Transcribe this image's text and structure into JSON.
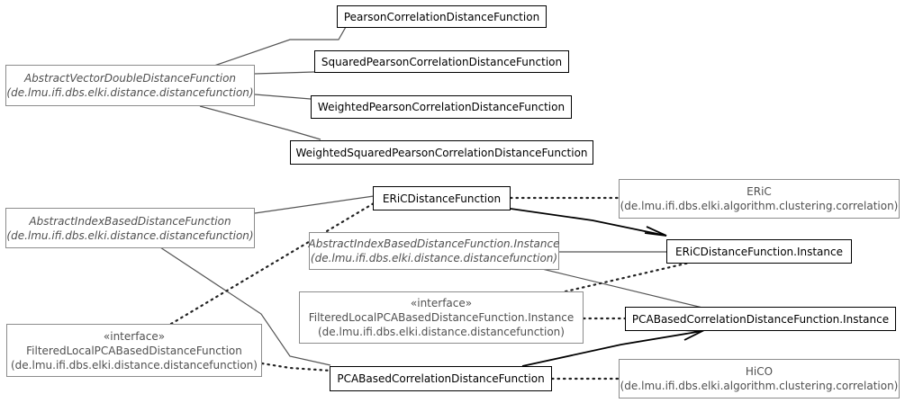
{
  "nodes": {
    "pearson": {
      "name": "PearsonCorrelationDistanceFunction"
    },
    "sq_pearson": {
      "name": "SquaredPearsonCorrelationDistanceFunction"
    },
    "w_pearson": {
      "name": "WeightedPearsonCorrelationDistanceFunction"
    },
    "ws_pearson": {
      "name": "WeightedSquaredPearsonCorrelationDistanceFunction"
    },
    "abs_vec": {
      "name": "AbstractVectorDoubleDistanceFunction",
      "package": "(de.lmu.ifi.dbs.elki.distance.distancefunction)"
    },
    "eric_df": {
      "name": "ERiCDistanceFunction"
    },
    "eric": {
      "name": "ERiC",
      "package": "(de.lmu.ifi.dbs.elki.algorithm.clustering.correlation)"
    },
    "abs_idx": {
      "name": "AbstractIndexBasedDistanceFunction",
      "package": "(de.lmu.ifi.dbs.elki.distance.distancefunction)"
    },
    "abs_idx_inst": {
      "name": "AbstractIndexBasedDistanceFunction.Instance",
      "package": "(de.lmu.ifi.dbs.elki.distance.distancefunction)"
    },
    "eric_inst": {
      "name": "ERiCDistanceFunction.Instance"
    },
    "filt_inst": {
      "stereotype": "«interface»",
      "name": "FilteredLocalPCABasedDistanceFunction.Instance",
      "package": "(de.lmu.ifi.dbs.elki.distance.distancefunction)"
    },
    "pca_inst": {
      "name": "PCABasedCorrelationDistanceFunction.Instance"
    },
    "filt": {
      "stereotype": "«interface»",
      "name": "FilteredLocalPCABasedDistanceFunction",
      "package": "(de.lmu.ifi.dbs.elki.distance.distancefunction)"
    },
    "pca_df": {
      "name": "PCABasedCorrelationDistanceFunction"
    },
    "hico": {
      "name": "HiCO",
      "package": "(de.lmu.ifi.dbs.elki.algorithm.clustering.correlation)"
    }
  },
  "edges": [
    {
      "from": "abs_vec",
      "to": "pearson",
      "kind": "generalization"
    },
    {
      "from": "abs_vec",
      "to": "sq_pearson",
      "kind": "generalization"
    },
    {
      "from": "abs_vec",
      "to": "w_pearson",
      "kind": "generalization"
    },
    {
      "from": "abs_vec",
      "to": "ws_pearson",
      "kind": "generalization"
    },
    {
      "from": "abs_idx",
      "to": "eric_df",
      "kind": "generalization"
    },
    {
      "from": "abs_idx",
      "to": "pca_df",
      "kind": "generalization"
    },
    {
      "from": "eric_df",
      "to": "eric",
      "kind": "dependency"
    },
    {
      "from": "eric_df",
      "to": "eric_inst",
      "kind": "navigable-association"
    },
    {
      "from": "abs_idx_inst",
      "to": "eric_inst",
      "kind": "generalization"
    },
    {
      "from": "abs_idx_inst",
      "to": "pca_inst",
      "kind": "generalization"
    },
    {
      "from": "filt_inst",
      "to": "eric_inst",
      "kind": "realization"
    },
    {
      "from": "filt_inst",
      "to": "pca_inst",
      "kind": "realization"
    },
    {
      "from": "filt",
      "to": "eric_df",
      "kind": "realization"
    },
    {
      "from": "filt",
      "to": "pca_df",
      "kind": "realization"
    },
    {
      "from": "pca_df",
      "to": "pca_inst",
      "kind": "navigable-association"
    },
    {
      "from": "pca_df",
      "to": "hico",
      "kind": "dependency"
    }
  ]
}
